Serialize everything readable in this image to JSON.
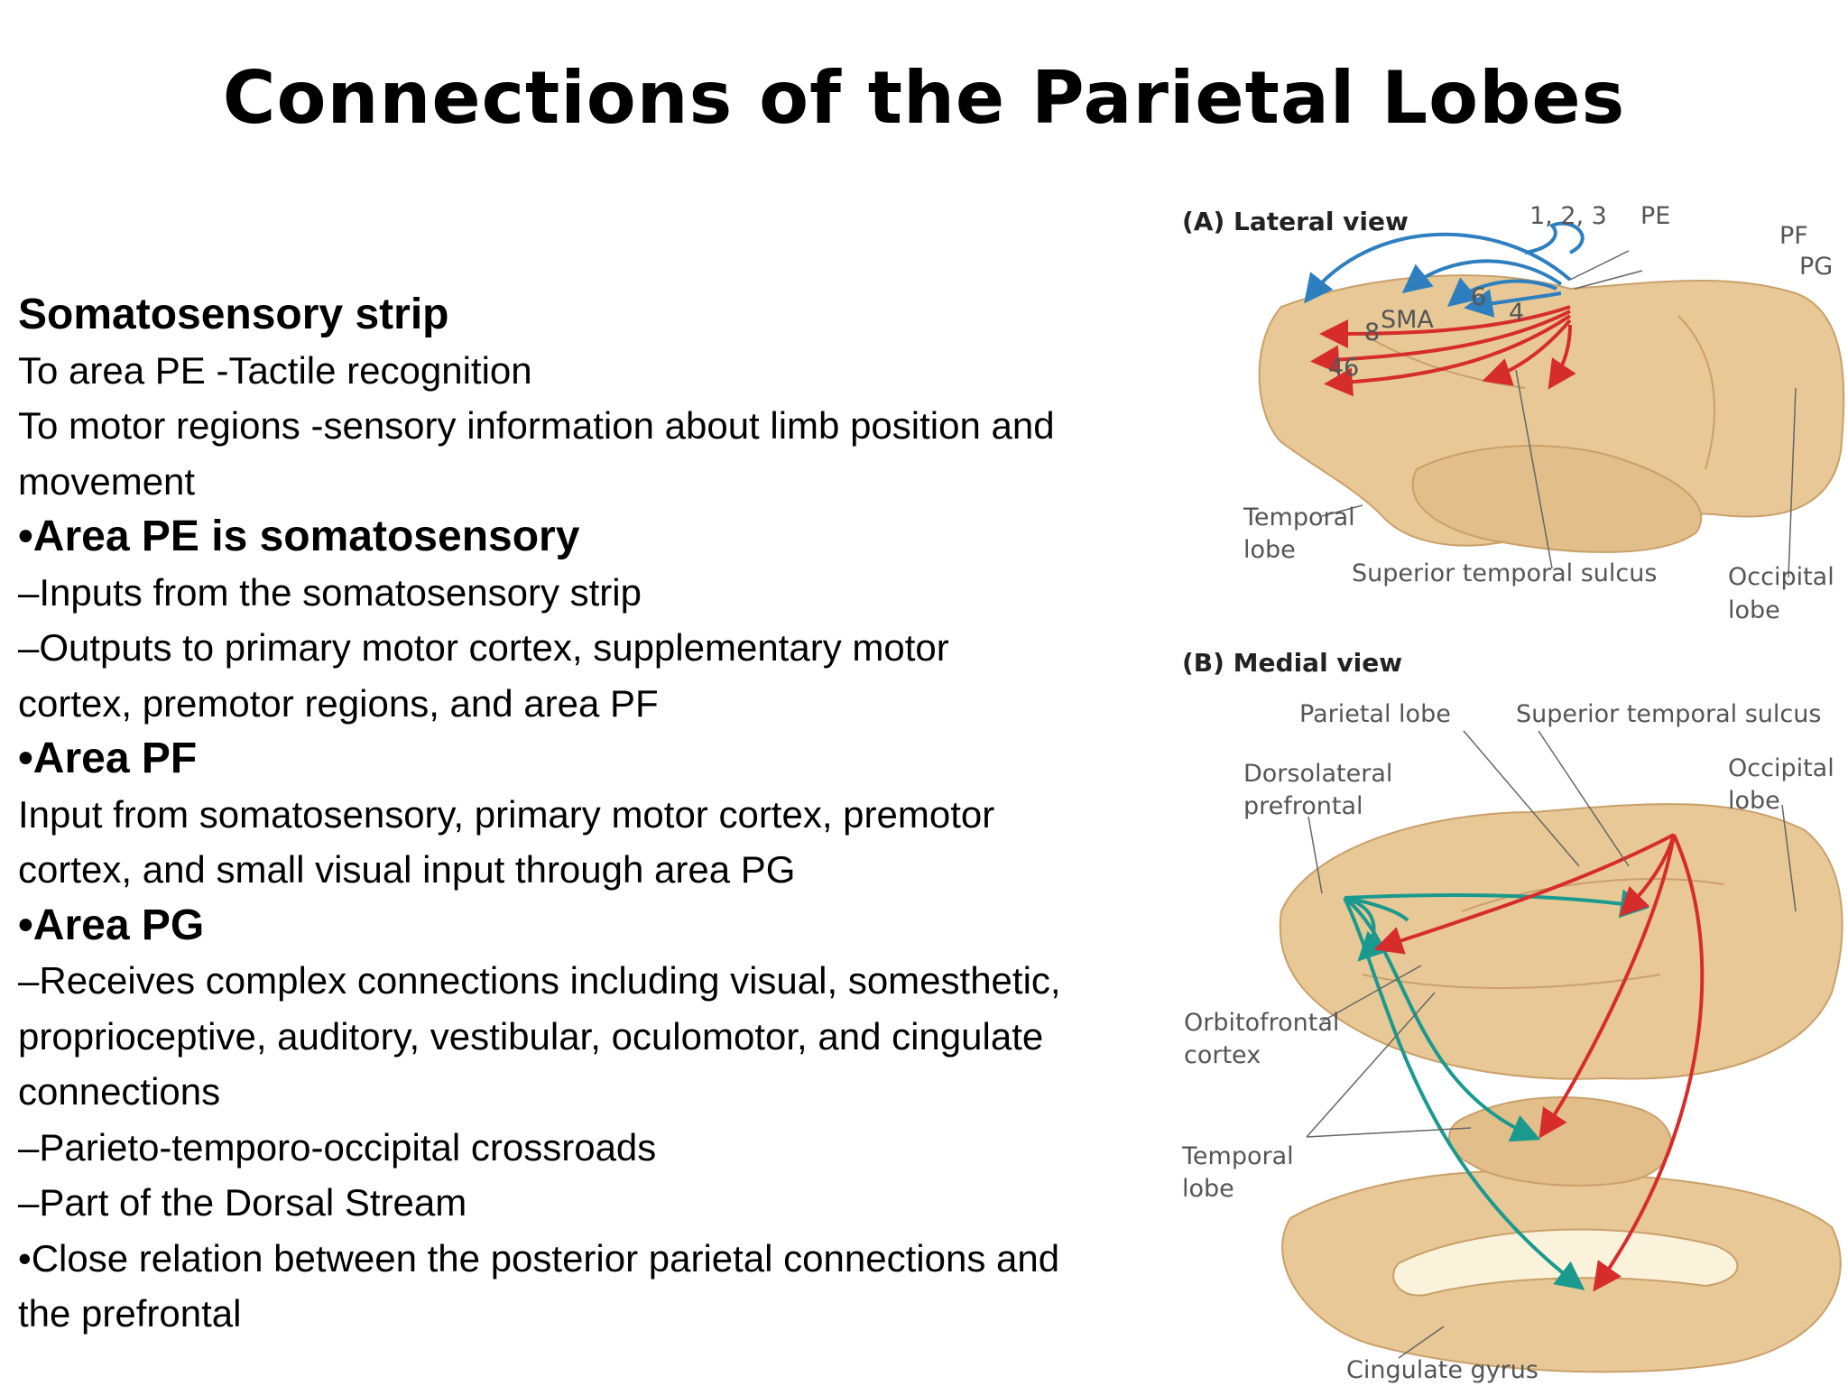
{
  "title": "Connections of the Parietal Lobes",
  "lines": [
    {
      "text": "Somatosensory strip",
      "style": "head"
    },
    {
      "text": "To area PE -Tactile recognition",
      "style": "normal"
    },
    {
      "text": "To motor regions -sensory information about limb position and",
      "style": "normal"
    },
    {
      "text": "movement",
      "style": "normal"
    },
    {
      "text": "•Area PE is somatosensory",
      "style": "bullet"
    },
    {
      "text": "–Inputs from the somatosensory strip",
      "style": "normal"
    },
    {
      "text": "–Outputs to primary motor cortex, supplementary motor",
      "style": "normal"
    },
    {
      "text": "cortex, premotor regions, and area PF",
      "style": "normal"
    },
    {
      "text": "•Area PF",
      "style": "bullet"
    },
    {
      "text": "Input from somatosensory, primary motor cortex, premotor",
      "style": "normal"
    },
    {
      "text": "cortex, and small visual input through area PG",
      "style": "normal"
    },
    {
      "text": "•Area PG",
      "style": "bullet"
    },
    {
      "text": "–Receives complex connections including visual,    somesthetic,",
      "style": "normal"
    },
    {
      "text": "proprioceptive, auditory, vestibular, oculomotor, and cingulate",
      "style": "normal"
    },
    {
      "text": "connections",
      "style": "normal"
    },
    {
      "text": "–Parieto-temporo-occipital crossroads",
      "style": "normal"
    },
    {
      "text": "–Part of the Dorsal Stream",
      "style": "normal"
    },
    {
      "text": "•Close relation between the posterior parietal connections and",
      "style": "normal"
    },
    {
      "text": "the prefrontal",
      "style": "normal"
    }
  ],
  "figure": {
    "panel_a": {
      "header": "(A)  Lateral view",
      "areas": {
        "a123": "1, 2, 3",
        "pe": "PE",
        "pf": "PF",
        "pg": "PG",
        "sma": "SMA",
        "a6": "6",
        "a4": "4",
        "a8": "8",
        "a46": "46"
      },
      "temporal_1": "Temporal",
      "temporal_2": "lobe",
      "sts": "Superior temporal sulcus",
      "occipital_1": "Occipital",
      "occipital_2": "lobe"
    },
    "panel_b": {
      "header": "(B)  Medial view",
      "parietal": "Parietal lobe",
      "sts": "Superior temporal sulcus",
      "dlpfc_1": "Dorsolateral",
      "dlpfc_2": "prefrontal",
      "occipital_1": "Occipital",
      "occipital_2": "lobe",
      "ofc_1": "Orbitofrontal",
      "ofc_2": "cortex",
      "temporal_1": "Temporal",
      "temporal_2": "lobe",
      "cingulate": "Cingulate gyrus"
    },
    "colors": {
      "brain": "#e8c896",
      "brain_edge": "#c9a06a",
      "blue_arrow": "#2e7fc0",
      "red_arrow": "#d62c2c",
      "teal_arrow": "#1a9a8f"
    }
  }
}
